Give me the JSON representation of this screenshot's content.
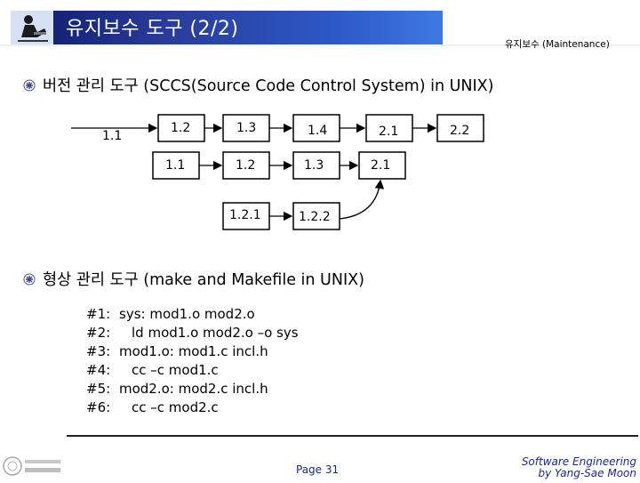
{
  "header": {
    "title": "유지보수 도구 (2/2)",
    "right_label": "유지보수 (Maintenance)"
  },
  "bullets": [
    {
      "text": "버전 관리 도구 (SCCS(Source Code Control System) in UNIX)"
    },
    {
      "text": "형상 관리 도구 (make and Makefile in UNIX)"
    }
  ],
  "diagram": {
    "nodes": [
      {
        "id": "n11a",
        "label": "1.1"
      },
      {
        "id": "n12a",
        "label": "1.2"
      },
      {
        "id": "n13a",
        "label": "1.3"
      },
      {
        "id": "n14a",
        "label": "1.4"
      },
      {
        "id": "n21a",
        "label": "2.1"
      },
      {
        "id": "n22a",
        "label": "2.2"
      },
      {
        "id": "n11b",
        "label": "1.1"
      },
      {
        "id": "n12b",
        "label": "1.2"
      },
      {
        "id": "n13b",
        "label": "1.3"
      },
      {
        "id": "n21b",
        "label": "2.1"
      },
      {
        "id": "n121",
        "label": "1.2.1"
      },
      {
        "id": "n122",
        "label": "1.2.2"
      }
    ]
  },
  "code": {
    "lines": [
      {
        "num": "#1:",
        "text": "sys: mod1.o mod2.o"
      },
      {
        "num": "#2:",
        "text": "ld mod1.o mod2.o –o sys"
      },
      {
        "num": "#3:",
        "text": "mod1.o: mod1.c incl.h"
      },
      {
        "num": "#4:",
        "text": "cc –c mod1.c"
      },
      {
        "num": "#5:",
        "text": "mod2.o: mod2.c incl.h"
      },
      {
        "num": "#6:",
        "text": "cc –c mod2.c"
      }
    ]
  },
  "footer": {
    "page": "Page 31",
    "credit_line1": "Software Engineering",
    "credit_line2": "by Yang-Sae Moon"
  }
}
